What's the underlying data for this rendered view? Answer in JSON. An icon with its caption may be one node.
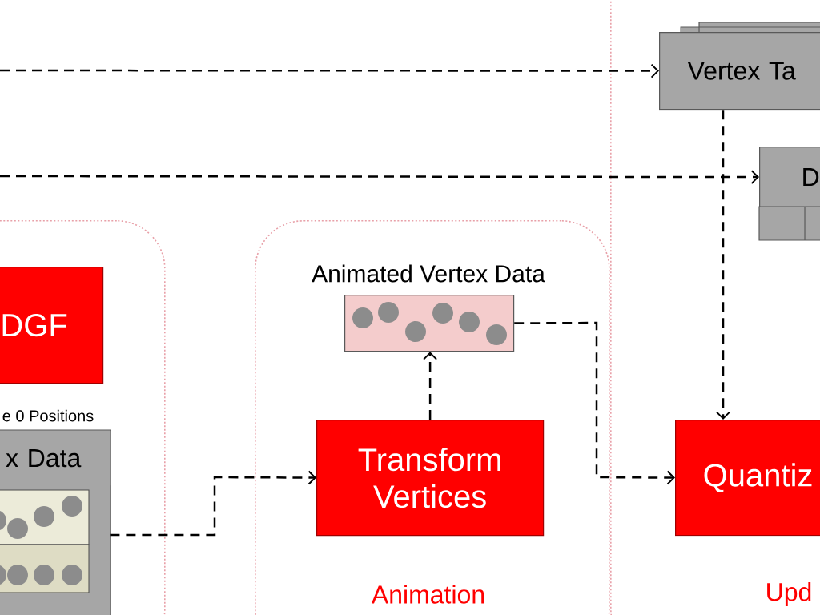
{
  "diagram": {
    "nodes": [
      {
        "text": [],
        "shape": "box"
      },
      {
        "text": [
          "DGF"
        ],
        "in": 0
      },
      {
        "text": [
          "e 0 Positions",
          "x Data"
        ],
        "in": 0
      },
      {
        "text": [
          "Animation"
        ]
      },
      {
        "text": [
          "Animated Vertex Data"
        ],
        "in": 3
      },
      {
        "text": [
          "Transform Vertices"
        ],
        "in": 3
      },
      {
        "text": [
          "Upd"
        ]
      },
      {
        "text": [
          "Vertex Ta"
        ],
        "in": 6
      },
      {
        "text": [
          "D"
        ],
        "in": 6
      },
      {
        "text": [
          "Quantiz"
        ],
        "in": 6
      }
    ],
    "edges": [
      {
        "from": null,
        "to": 7,
        "arrow": "to",
        "style": "dashed"
      },
      {
        "from": null,
        "to": 8,
        "arrow": "to",
        "style": "dashed"
      },
      {
        "from": 2,
        "to": 5,
        "arrow": "to",
        "style": "dashed"
      },
      {
        "from": 5,
        "to": 4,
        "arrow": "to",
        "style": "dashed"
      },
      {
        "from": 4,
        "to": 9,
        "arrow": "to",
        "style": "dashed"
      },
      {
        "from": 7,
        "to": 9,
        "arrow": "to",
        "style": "dashed"
      }
    ]
  }
}
